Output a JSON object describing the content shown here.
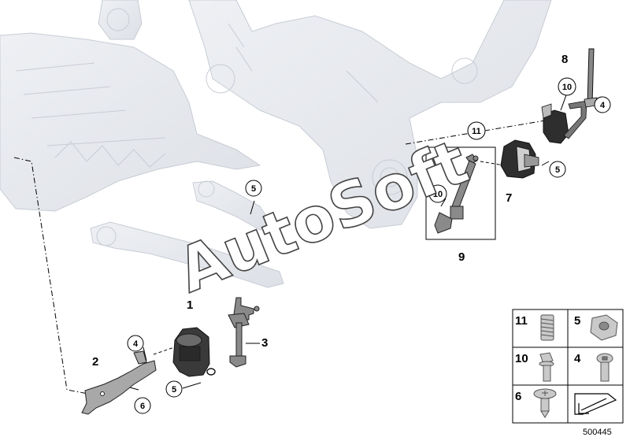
{
  "callouts": {
    "c1": "1",
    "c2": "2",
    "c3": "3",
    "c7": "7",
    "c8": "8",
    "c9": "9",
    "c4a": "4",
    "c4b": "4",
    "c5a": "5",
    "c5b": "5",
    "c5c": "5",
    "c6": "6",
    "c10a": "10",
    "c10b": "10",
    "c11": "11"
  },
  "legend": {
    "l11": "11",
    "l5": "5",
    "l10": "10",
    "l4": "4",
    "l6": "6"
  },
  "watermark": "AutoSoft",
  "diagram_number": "500445"
}
